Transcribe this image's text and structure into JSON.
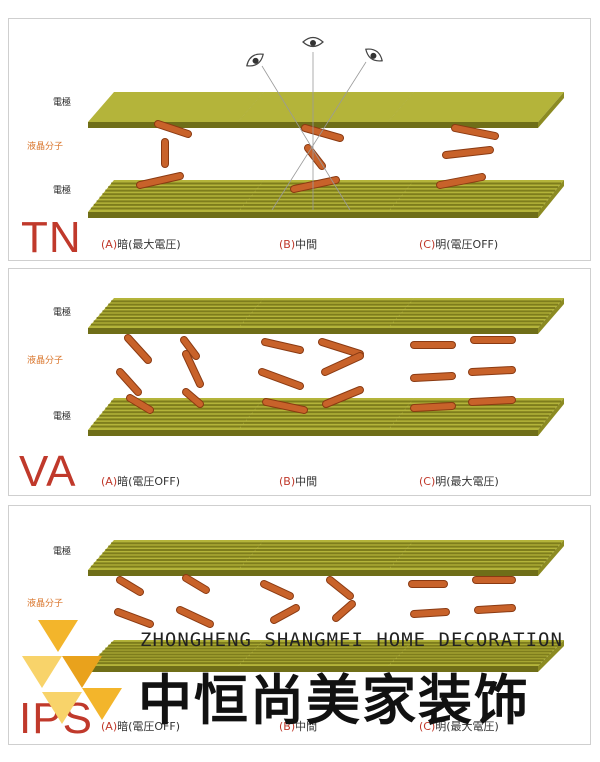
{
  "labels": {
    "electrode": "電極",
    "liquid_crystal": "液晶分子"
  },
  "panels": [
    {
      "mode": "TN",
      "captions": [
        {
          "key": "(A)",
          "text": "暗(最大電圧)"
        },
        {
          "key": "(B)",
          "text": "中間"
        },
        {
          "key": "(C)",
          "text": "明(電圧OFF)"
        }
      ]
    },
    {
      "mode": "VA",
      "captions": [
        {
          "key": "(A)",
          "text": "暗(電圧OFF)"
        },
        {
          "key": "(B)",
          "text": "中間"
        },
        {
          "key": "(C)",
          "text": "明(最大電圧)"
        }
      ]
    },
    {
      "mode": "IPS",
      "captions": [
        {
          "key": "(A)",
          "text": "暗(電圧OFF)"
        },
        {
          "key": "(B)",
          "text": "中間"
        },
        {
          "key": "(C)",
          "text": "明(最大電圧)"
        }
      ]
    }
  ],
  "watermark": {
    "english": "ZHONGHENG SHANGMEI HOME DECORATION",
    "chinese": "中恒尚美家装饰",
    "logo_colors": [
      "#f3b52b",
      "#f8d36a",
      "#e9a21c"
    ]
  },
  "colors": {
    "plate_top": "#b4b43a",
    "plate_side": "#6f6e18",
    "molecule": "#c8622a",
    "mode_text": "#c0392b"
  }
}
